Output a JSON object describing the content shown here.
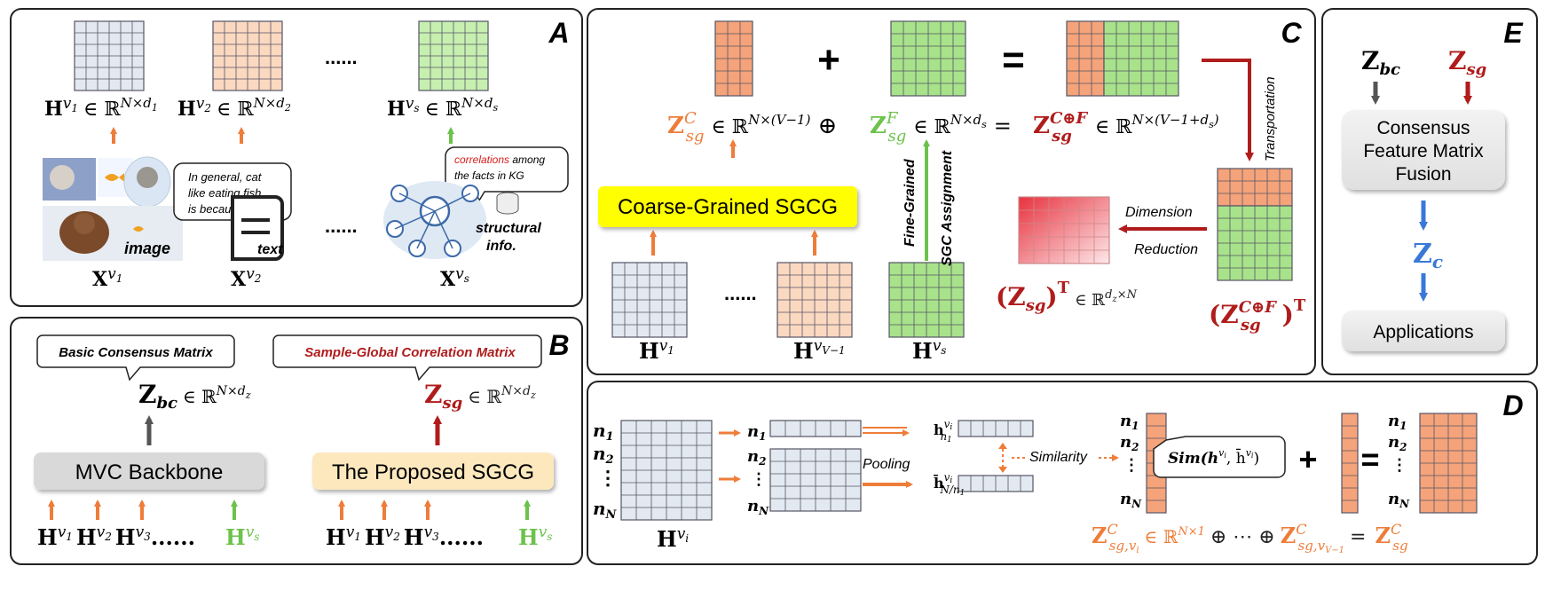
{
  "panels": {
    "a": "A",
    "b": "B",
    "c": "C",
    "d": "D",
    "e": "E"
  },
  "panel_a": {
    "h1": "H",
    "h1_sup": "v",
    "h1_sub": "1",
    "h1_dim": "∈ ℝ",
    "h1_dim_sup": "N×d",
    "h1_dim_sub": "1",
    "h2": "H",
    "h2_sup": "v",
    "h2_sub": "2",
    "h2_dim": "∈ ℝ",
    "h2_dim_sup": "N×d",
    "h2_dim_sub": "2",
    "hs": "H",
    "hs_sup": "v",
    "hs_sub": "s",
    "hs_dim": "∈ ℝ",
    "hs_dim_sup": "N×d",
    "hs_dim_sub": "s",
    "dots": "......",
    "image_label": "image",
    "text_label": "text",
    "text_bubble": [
      "In general, cat",
      "like eating fish",
      "is because …"
    ],
    "kg_bubble_red": "correlations",
    "kg_bubble_rest": " among",
    "kg_bubble_line2": "the facts in KG",
    "struct_label": [
      "structural",
      "info."
    ],
    "x1": "X",
    "x1_sup": "v",
    "x1_sub": "1",
    "x2": "X",
    "x2_sup": "v",
    "x2_sub": "2",
    "xs": "X",
    "xs_sup": "v",
    "xs_sub": "s"
  },
  "panel_b": {
    "basic_consensus": "Basic Consensus Matrix",
    "sample_global": "Sample-Global Correlation Matrix",
    "zbc": "Z",
    "zbc_sub": "bc",
    "zbc_dim": "∈ ℝ",
    "zbc_dim_sup": "N×d",
    "zbc_dim_sub": "z",
    "zsg": "Z",
    "zsg_sub": "sg",
    "zsg_dim": "∈ ℝ",
    "zsg_dim_sup": "N×d",
    "zsg_dim_sub": "z",
    "mvc_backbone": "MVC Backbone",
    "proposed_sgcg": "The Proposed SGCG",
    "inputs_left": [
      "H",
      "H",
      "H"
    ],
    "input_subs": [
      "1",
      "2",
      "3"
    ],
    "dots": "......",
    "hs": "H"
  },
  "panel_c": {
    "coarse_grained": "Coarse-Grained SGCG",
    "fine_grained": "Fine-Grained",
    "sgc_assignment": "SGC Assignment",
    "transportation": "Transportation",
    "dimension": "Dimension",
    "reduction": "Reduction",
    "plus": "+",
    "equals": "=",
    "zc_eq": "Z",
    "zc_sup": "C",
    "zc_sub": "sg",
    "zc_dim": "∈ ℝ",
    "zc_dim_sup": "N×(V−1)",
    "oplus": "⊕",
    "zf_eq": "Z",
    "zf_sup": "F",
    "zf_sub": "sg",
    "zf_dim": "∈ ℝ",
    "zf_dim_sup": "N×d",
    "zf_dim_sub": "s",
    "eq_sign": "=",
    "zcf_eq": "Z",
    "zcf_sup": "C⊕F",
    "zcf_sub": "sg",
    "zcf_dim": "∈ ℝ",
    "zcf_dim_sup": "N×(V−1+d",
    "zcf_dim_sub": "s",
    "zcf_dim_close": ")",
    "zsg_t": "(Z",
    "zsg_t_sub": "sg",
    "zsg_t_close": ")",
    "zsg_t_sup": "T",
    "zsg_t_dim": "∈ ℝ",
    "zsg_t_dim_sup": "d",
    "zsg_t_dim_sub": "z",
    "zsg_t_dim_rest": "×N",
    "zcf_t": "(Z",
    "zcf_t_sup": "C⊕F",
    "zcf_t_sub": "sg",
    "zcf_t_close": ")",
    "zcf_t_T": "T",
    "h_v1": "H",
    "h_v1_sup": "v",
    "h_v1_sub": "1",
    "h_vv": "H",
    "h_vv_sup": "v",
    "h_vv_sub": "V−1",
    "h_vs": "H",
    "h_vs_sup": "v",
    "h_vs_sub": "s",
    "dots": "......"
  },
  "panel_d": {
    "rows_left": [
      "n",
      "n",
      "⋮",
      "n"
    ],
    "row_subs": [
      "1",
      "2",
      "",
      "N"
    ],
    "hvi": "H",
    "hvi_sup": "v",
    "hvi_sub": "i",
    "pooling": "Pooling",
    "similarity": "Similarity",
    "h_n1": "h",
    "h_n1_sup": "v",
    "h_n1_supsub": "i",
    "h_n1_sub": "n",
    "h_n1_subsub": "1",
    "hbar": "h̄",
    "hbar_sup": "v",
    "hbar_supsub": "i",
    "hbar_sub": "N/n",
    "hbar_subsub": "1",
    "sim": "Sim(h",
    "sim_rest": ", h̄",
    "sim_close": ")",
    "plus": "+",
    "equals": "=",
    "eq_left": "Z",
    "eq_left_sup": "C",
    "eq_left_sub": "sg,v",
    "eq_left_subsub": "i",
    "eq_dim": "∈ ℝ",
    "eq_dim_sup": "N×1",
    "eq_mid": "⊕ ⋯ ⊕",
    "eq_z2": "Z",
    "eq_z2_sup": "C",
    "eq_z2_sub": "sg,v",
    "eq_z2_subsub": "V−1",
    "eq_eq": "=",
    "eq_right": "Z",
    "eq_right_sup": "C",
    "eq_right_sub": "sg"
  },
  "panel_e": {
    "zbc": "Z",
    "zbc_sub": "bc",
    "zsg": "Z",
    "zsg_sub": "sg",
    "fusion": [
      "Consensus",
      "Feature Matrix",
      "Fusion"
    ],
    "zc": "Z",
    "zc_sub": "c",
    "applications": "Applications"
  },
  "colors": {
    "orange": "#ee7d3a",
    "green": "#6cc24a",
    "darkred": "#b01c1c",
    "blue": "#3a78d8",
    "grid_blue": "#e3e9f0",
    "grid_orange": "#fbd8c0",
    "grid_green": "#c6efb0",
    "fill_orange": "#f5a37a",
    "fill_green": "#a8e28a"
  }
}
